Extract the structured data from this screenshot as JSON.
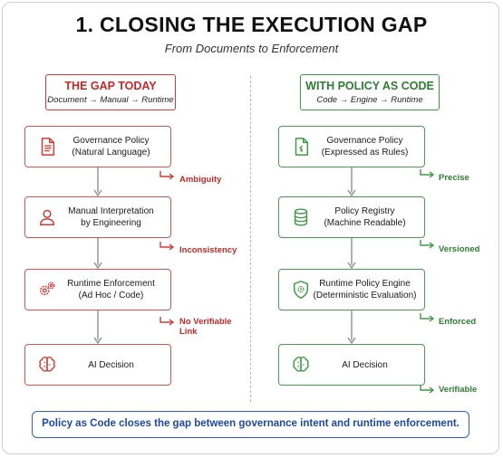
{
  "header": {
    "title": "1. CLOSING THE EXECUTION GAP",
    "subtitle": "From Documents to Enforcement"
  },
  "left": {
    "heading": "THE GAP TODAY",
    "flow": "Document → Manual → Runtime",
    "nodes": [
      {
        "line1": "Governance Policy",
        "line2": "(Natural Language)",
        "icon": "document-icon"
      },
      {
        "line1": "Manual Interpretation",
        "line2": "by Engineering",
        "icon": "person-icon"
      },
      {
        "line1": "Runtime Enforcement",
        "line2": "(Ad Hoc / Code)",
        "icon": "gears-icon"
      },
      {
        "line1": "AI Decision",
        "line2": "",
        "icon": "brain-icon"
      }
    ],
    "labels": [
      {
        "line1": "Ambiguity",
        "line2": ""
      },
      {
        "line1": "Inconsistency",
        "line2": ""
      },
      {
        "line1": "No Verifiable",
        "line2": "Link"
      }
    ]
  },
  "right": {
    "heading": "WITH POLICY AS CODE",
    "flow": "Code → Engine → Runtime",
    "nodes": [
      {
        "line1": "Governance Policy",
        "line2": "(Expressed as Rules)",
        "icon": "code-document-icon"
      },
      {
        "line1": "Policy Registry",
        "line2": "(Machine Readable)",
        "icon": "database-icon"
      },
      {
        "line1": "Runtime Policy Engine",
        "line2": "(Deterministic Evaluation)",
        "icon": "shield-gear-icon"
      },
      {
        "line1": "AI Decision",
        "line2": "",
        "icon": "brain-icon"
      }
    ],
    "labels": [
      {
        "line1": "Precise"
      },
      {
        "line1": "Versioned"
      },
      {
        "line1": "Enforced"
      },
      {
        "line1": "Verifiable"
      }
    ]
  },
  "footer": {
    "text": "Policy as Code closes the gap between governance intent and runtime enforcement."
  },
  "colors": {
    "red": "#d13a37",
    "green": "#3f9a45",
    "blue": "#2f5fc7"
  }
}
